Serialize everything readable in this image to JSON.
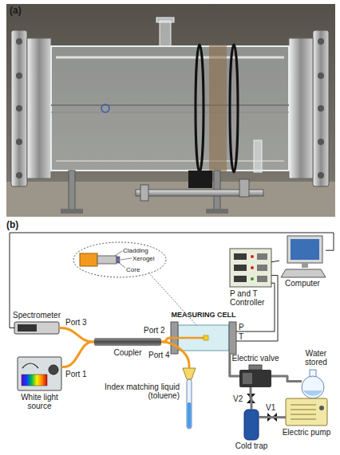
{
  "diagram": {
    "nodes": [
      {
        "text": [
          "Spectrometer"
        ]
      },
      {
        "text": [
          "White light source"
        ]
      },
      {
        "text": [
          "Coupler"
        ]
      },
      {
        "text": [
          "MEASURING CELL"
        ]
      },
      {
        "text": [
          "P and T Controller"
        ]
      },
      {
        "text": [
          "Computer"
        ]
      },
      {
        "text": [
          "Index matching liquid (toluene)"
        ]
      },
      {
        "text": [
          "Electric valve"
        ]
      },
      {
        "text": [
          "Water stored"
        ]
      },
      {
        "text": [
          "Cold trap"
        ]
      },
      {
        "text": [
          "Electric pump"
        ]
      }
    ],
    "edges": [
      {
        "from": 1,
        "to": 2,
        "arrow": "none",
        "label": "Port 1"
      },
      {
        "from": 0,
        "to": 2,
        "arrow": "none",
        "label": "Port 3"
      },
      {
        "from": 2,
        "to": 3,
        "arrow": "none",
        "label": "Port 2"
      },
      {
        "from": 2,
        "to": 6,
        "arrow": "none",
        "label": "Port 4"
      },
      {
        "from": 0,
        "to": 5,
        "arrow": "none"
      },
      {
        "from": 4,
        "to": 5,
        "arrow": "none"
      },
      {
        "from": 4,
        "to": 3,
        "arrow": "none",
        "label": "P"
      },
      {
        "from": 4,
        "to": 3,
        "arrow": "none",
        "label": "T"
      },
      {
        "from": 3,
        "to": 7,
        "arrow": "none"
      },
      {
        "from": 7,
        "to": 8,
        "arrow": "none"
      },
      {
        "from": 7,
        "to": 9,
        "arrow": "none",
        "label": "V2"
      },
      {
        "from": 9,
        "to": 10,
        "arrow": "none",
        "label": "V1"
      }
    ],
    "labels": [
      "(a)",
      "(b)",
      "Cladding",
      "Xerogel",
      "Core"
    ]
  }
}
